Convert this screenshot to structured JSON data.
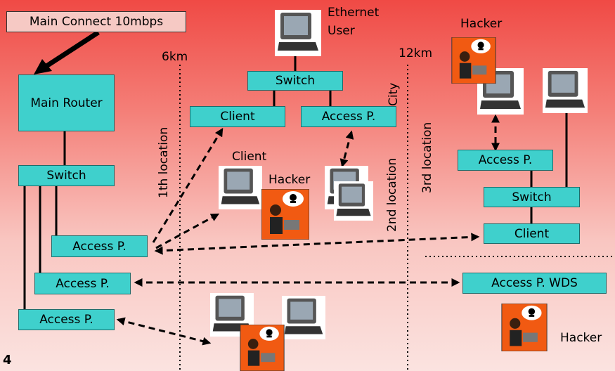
{
  "main_connect": "Main Connect 10mbps",
  "main_router": "Main Router",
  "switch_left": "Switch",
  "access_points_left": [
    "Access P.",
    "Access P.",
    "Access P."
  ],
  "distance_6km": "6km",
  "distance_12km": "12km",
  "location_1": "1th location",
  "location_2": "2nd location",
  "location_3": "3rd location",
  "city": "City",
  "ethernet_user": "Ethernet\nUser",
  "switch_mid": "Switch",
  "client_mid": "Client",
  "access_mid": "Access P.",
  "client_label": "Client",
  "hacker_mid": "Hacker",
  "hacker_top_right": "Hacker",
  "access_right": "Access P.",
  "switch_right": "Switch",
  "client_right": "Client",
  "access_wds": "Access P. WDS",
  "hacker_bottom_right": "Hacker",
  "slide_number": "4",
  "colors": {
    "box_fill": "#3fd0cc",
    "main_connect_fill": "#f6c9c4",
    "hacker_bg": "#f15a12"
  }
}
